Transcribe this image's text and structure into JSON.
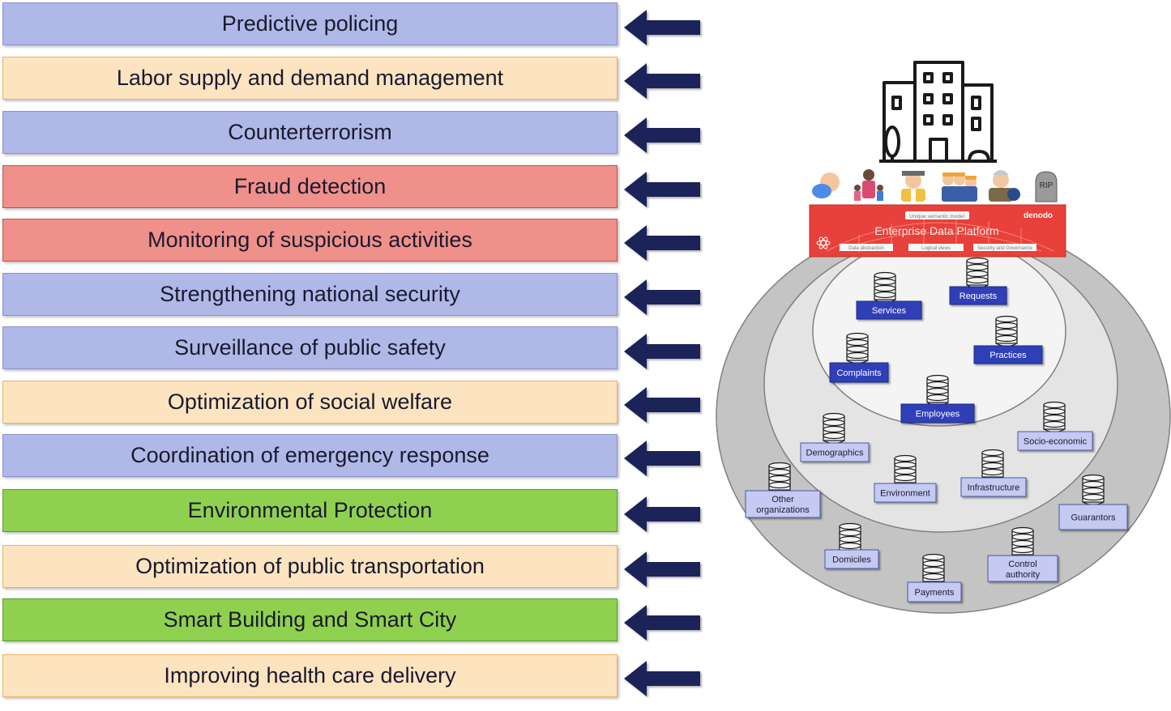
{
  "use_cases": [
    {
      "label": "Predictive policing",
      "category": "security"
    },
    {
      "label": "Labor supply and demand management",
      "category": "social"
    },
    {
      "label": "Counterterrorism",
      "category": "security"
    },
    {
      "label": "Fraud detection",
      "category": "fraud"
    },
    {
      "label": "Monitoring of suspicious activities",
      "category": "fraud"
    },
    {
      "label": "Strengthening national security",
      "category": "security"
    },
    {
      "label": "Surveillance of public safety",
      "category": "security"
    },
    {
      "label": "Optimization of social welfare",
      "category": "social"
    },
    {
      "label": "Coordination of emergency response",
      "category": "security"
    },
    {
      "label": "Environmental Protection",
      "category": "environment"
    },
    {
      "label": "Optimization of public transportation",
      "category": "social"
    },
    {
      "label": "Smart Building and Smart City",
      "category": "environment"
    },
    {
      "label": "Improving health care delivery",
      "category": "social"
    }
  ],
  "colors": {
    "security": {
      "fill": "#b0b8e8",
      "border": "#8a93cc"
    },
    "social": {
      "fill": "#fde4c0",
      "border": "#f0b060"
    },
    "fraud": {
      "fill": "#f0908a",
      "border": "#c05050"
    },
    "environment": {
      "fill": "#8fd14f",
      "border": "#5a9a30"
    },
    "arrow": "#1c2359",
    "platform_red": "#e8403a",
    "inner_node_fill": "#2f3fb8",
    "outer_node_fill": "#c5caf2"
  },
  "platform": {
    "brand": "denodo",
    "title": "Enterprise Data Platform",
    "subtitle": "Unique semantic model",
    "features": [
      "Data abstraction",
      "Logical views",
      "Security and Governance"
    ],
    "tombstone": "RIP"
  },
  "inner_nodes": [
    "Services",
    "Requests",
    "Practices",
    "Complaints",
    "Employees"
  ],
  "middle_nodes": [
    "Demographics",
    "Environment",
    "Infrastructure",
    "Socio-economic"
  ],
  "outer_nodes": [
    "Other organizations",
    "Domiciles",
    "Payments",
    "Control authority",
    "Guarantors"
  ]
}
